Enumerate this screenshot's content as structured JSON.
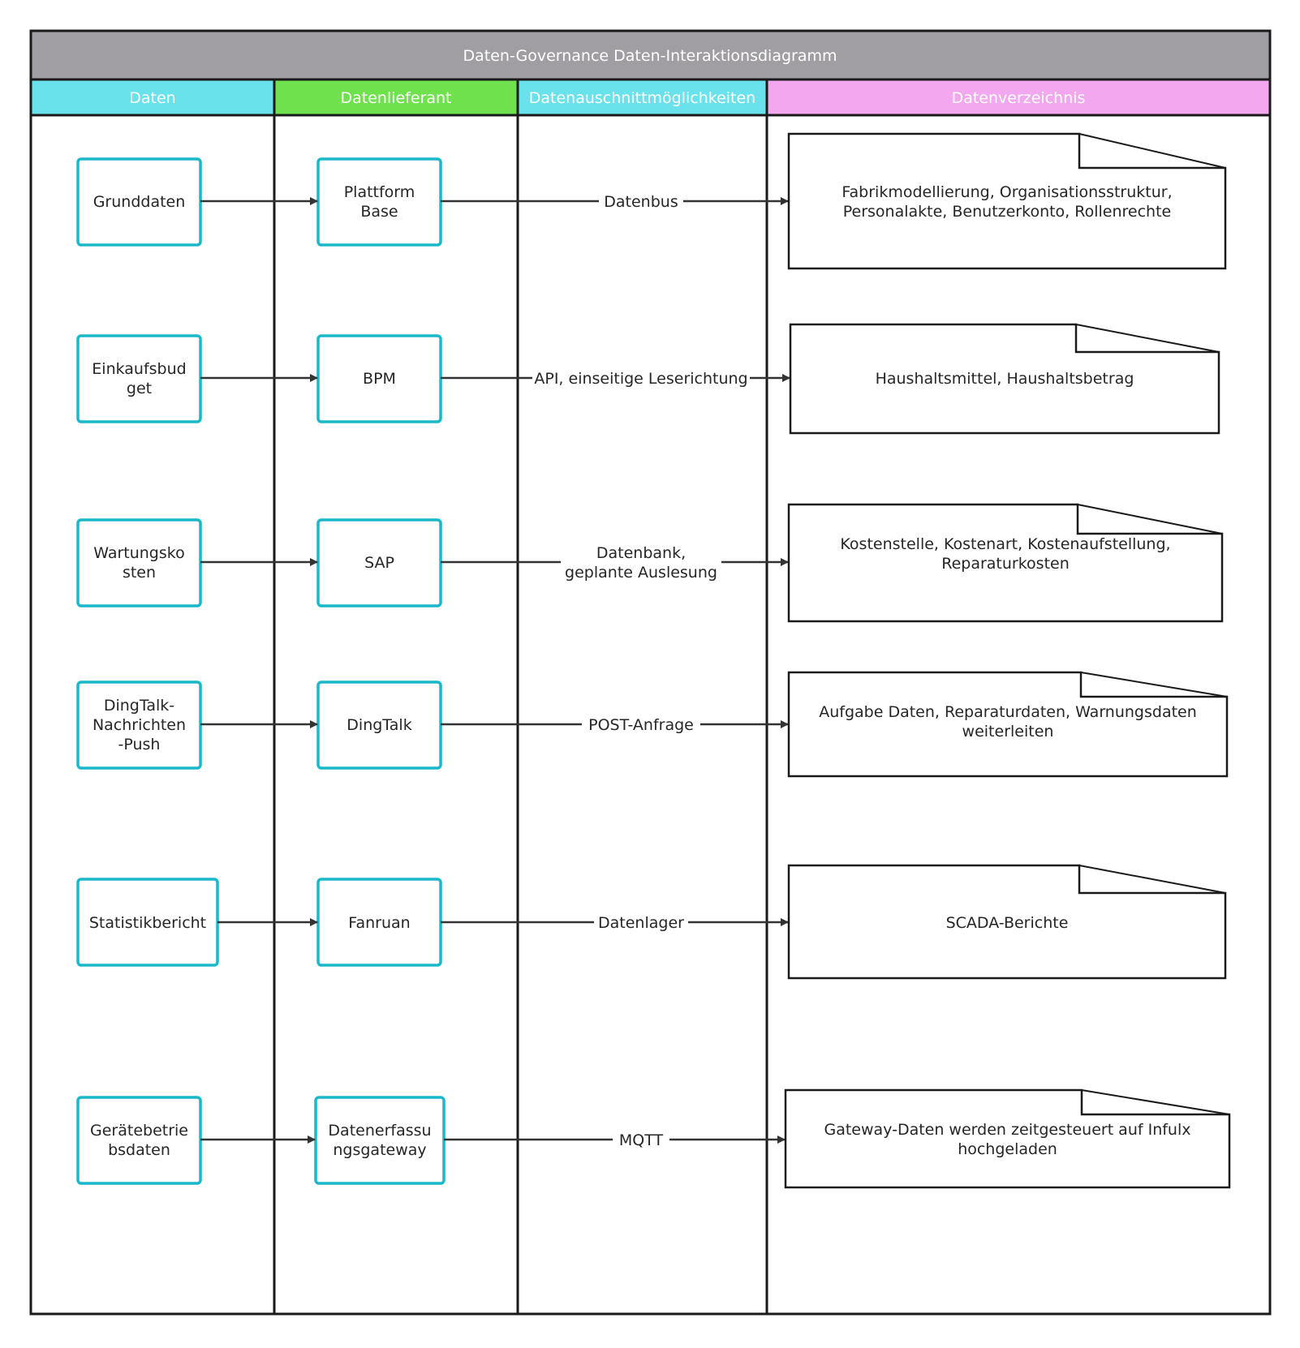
{
  "diagram": {
    "title": "Daten-Governance Daten-Interaktionsdiagramm",
    "lanes": [
      {
        "name": "Daten",
        "color": "#6ae2ec"
      },
      {
        "name": "Datenlieferant",
        "color": "#6fe14d"
      },
      {
        "name": "Datenauschnittmöglichkeiten",
        "color": "#6ae2ec"
      },
      {
        "name": "Datenverzeichnis",
        "color": "#f2a8ef"
      }
    ],
    "title_color": "#a19ea3",
    "node_border_color": "#1ab9c9",
    "rows": [
      {
        "data": [
          "Grunddaten"
        ],
        "provider": [
          "Plattform",
          "Base"
        ],
        "interface": [
          "Datenbus"
        ],
        "catalog": [
          "Fabrikmodellierung, Organisationsstruktur,",
          "Personalakte, Benutzerkonto, Rollenrechte"
        ]
      },
      {
        "data": [
          "Einkaufsbud",
          "get"
        ],
        "provider": [
          "BPM"
        ],
        "interface": [
          "API, einseitige Leserichtung"
        ],
        "catalog": [
          "Haushaltsmittel, Haushaltsbetrag"
        ]
      },
      {
        "data": [
          "Wartungsko",
          "sten"
        ],
        "provider": [
          "SAP"
        ],
        "interface": [
          "Datenbank,",
          "geplante Auslesung"
        ],
        "catalog": [
          "Kostenstelle, Kostenart, Kostenaufstellung,",
          "Reparaturkosten"
        ]
      },
      {
        "data": [
          "DingTalk-",
          "Nachrichten",
          "-Push"
        ],
        "provider": [
          "DingTalk"
        ],
        "interface": [
          "POST-Anfrage"
        ],
        "catalog": [
          "Aufgabe Daten, Reparaturdaten, Warnungsdaten",
          "weiterleiten"
        ]
      },
      {
        "data": [
          "Statistikbericht"
        ],
        "provider": [
          "Fanruan"
        ],
        "interface": [
          "Datenlager"
        ],
        "catalog": [
          "SCADA-Berichte"
        ]
      },
      {
        "data": [
          "Gerätebetrie",
          "bsdaten"
        ],
        "provider": [
          "Datenerfassu",
          "ngsgateway"
        ],
        "interface": [
          "MQTT"
        ],
        "catalog": [
          "Gateway-Daten werden zeitgesteuert auf Infulx",
          "hochgeladen"
        ]
      }
    ]
  }
}
